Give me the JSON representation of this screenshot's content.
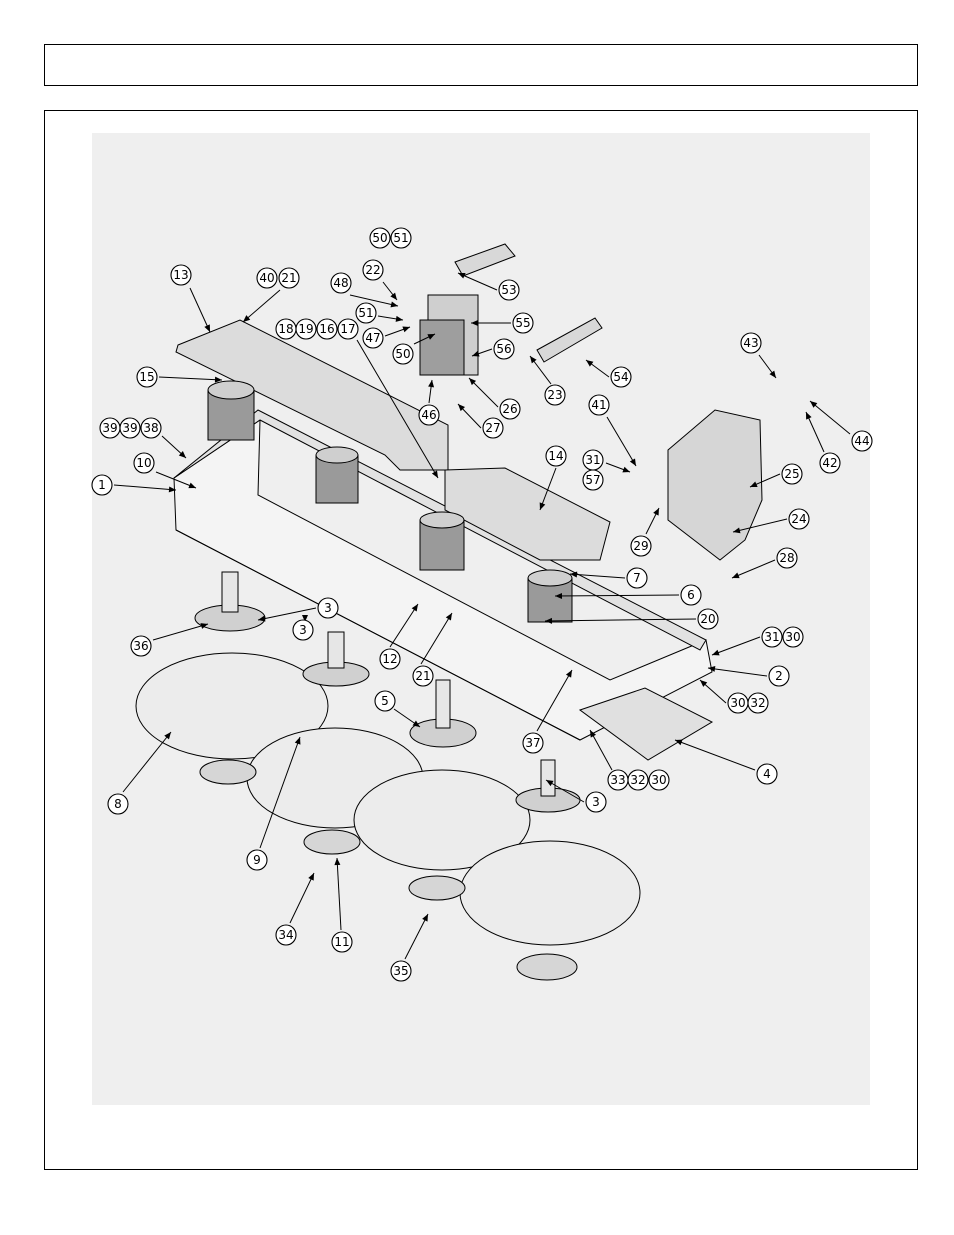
{
  "header": {
    "title": ""
  },
  "callouts": [
    {
      "label": "50"
    },
    {
      "label": "51"
    },
    {
      "label": "13"
    },
    {
      "label": "40"
    },
    {
      "label": "21"
    },
    {
      "label": "22"
    },
    {
      "label": "48"
    },
    {
      "label": "53"
    },
    {
      "label": "51"
    },
    {
      "label": "55"
    },
    {
      "label": "18"
    },
    {
      "label": "19"
    },
    {
      "label": "16"
    },
    {
      "label": "17"
    },
    {
      "label": "47"
    },
    {
      "label": "50"
    },
    {
      "label": "56"
    },
    {
      "label": "54"
    },
    {
      "label": "15"
    },
    {
      "label": "23"
    },
    {
      "label": "43"
    },
    {
      "label": "46"
    },
    {
      "label": "26"
    },
    {
      "label": "27"
    },
    {
      "label": "39"
    },
    {
      "label": "39"
    },
    {
      "label": "38"
    },
    {
      "label": "41"
    },
    {
      "label": "44"
    },
    {
      "label": "42"
    },
    {
      "label": "10"
    },
    {
      "label": "14"
    },
    {
      "label": "31"
    },
    {
      "label": "57"
    },
    {
      "label": "25"
    },
    {
      "label": "1"
    },
    {
      "label": "24"
    },
    {
      "label": "29"
    },
    {
      "label": "28"
    },
    {
      "label": "7"
    },
    {
      "label": "6"
    },
    {
      "label": "3"
    },
    {
      "label": "20"
    },
    {
      "label": "36"
    },
    {
      "label": "3"
    },
    {
      "label": "12"
    },
    {
      "label": "31"
    },
    {
      "label": "30"
    },
    {
      "label": "21"
    },
    {
      "label": "2"
    },
    {
      "label": "5"
    },
    {
      "label": "30"
    },
    {
      "label": "32"
    },
    {
      "label": "37"
    },
    {
      "label": "4"
    },
    {
      "label": "8"
    },
    {
      "label": "33"
    },
    {
      "label": "32"
    },
    {
      "label": "30"
    },
    {
      "label": "3"
    },
    {
      "label": "9"
    },
    {
      "label": "34"
    },
    {
      "label": "11"
    },
    {
      "label": "35"
    }
  ]
}
